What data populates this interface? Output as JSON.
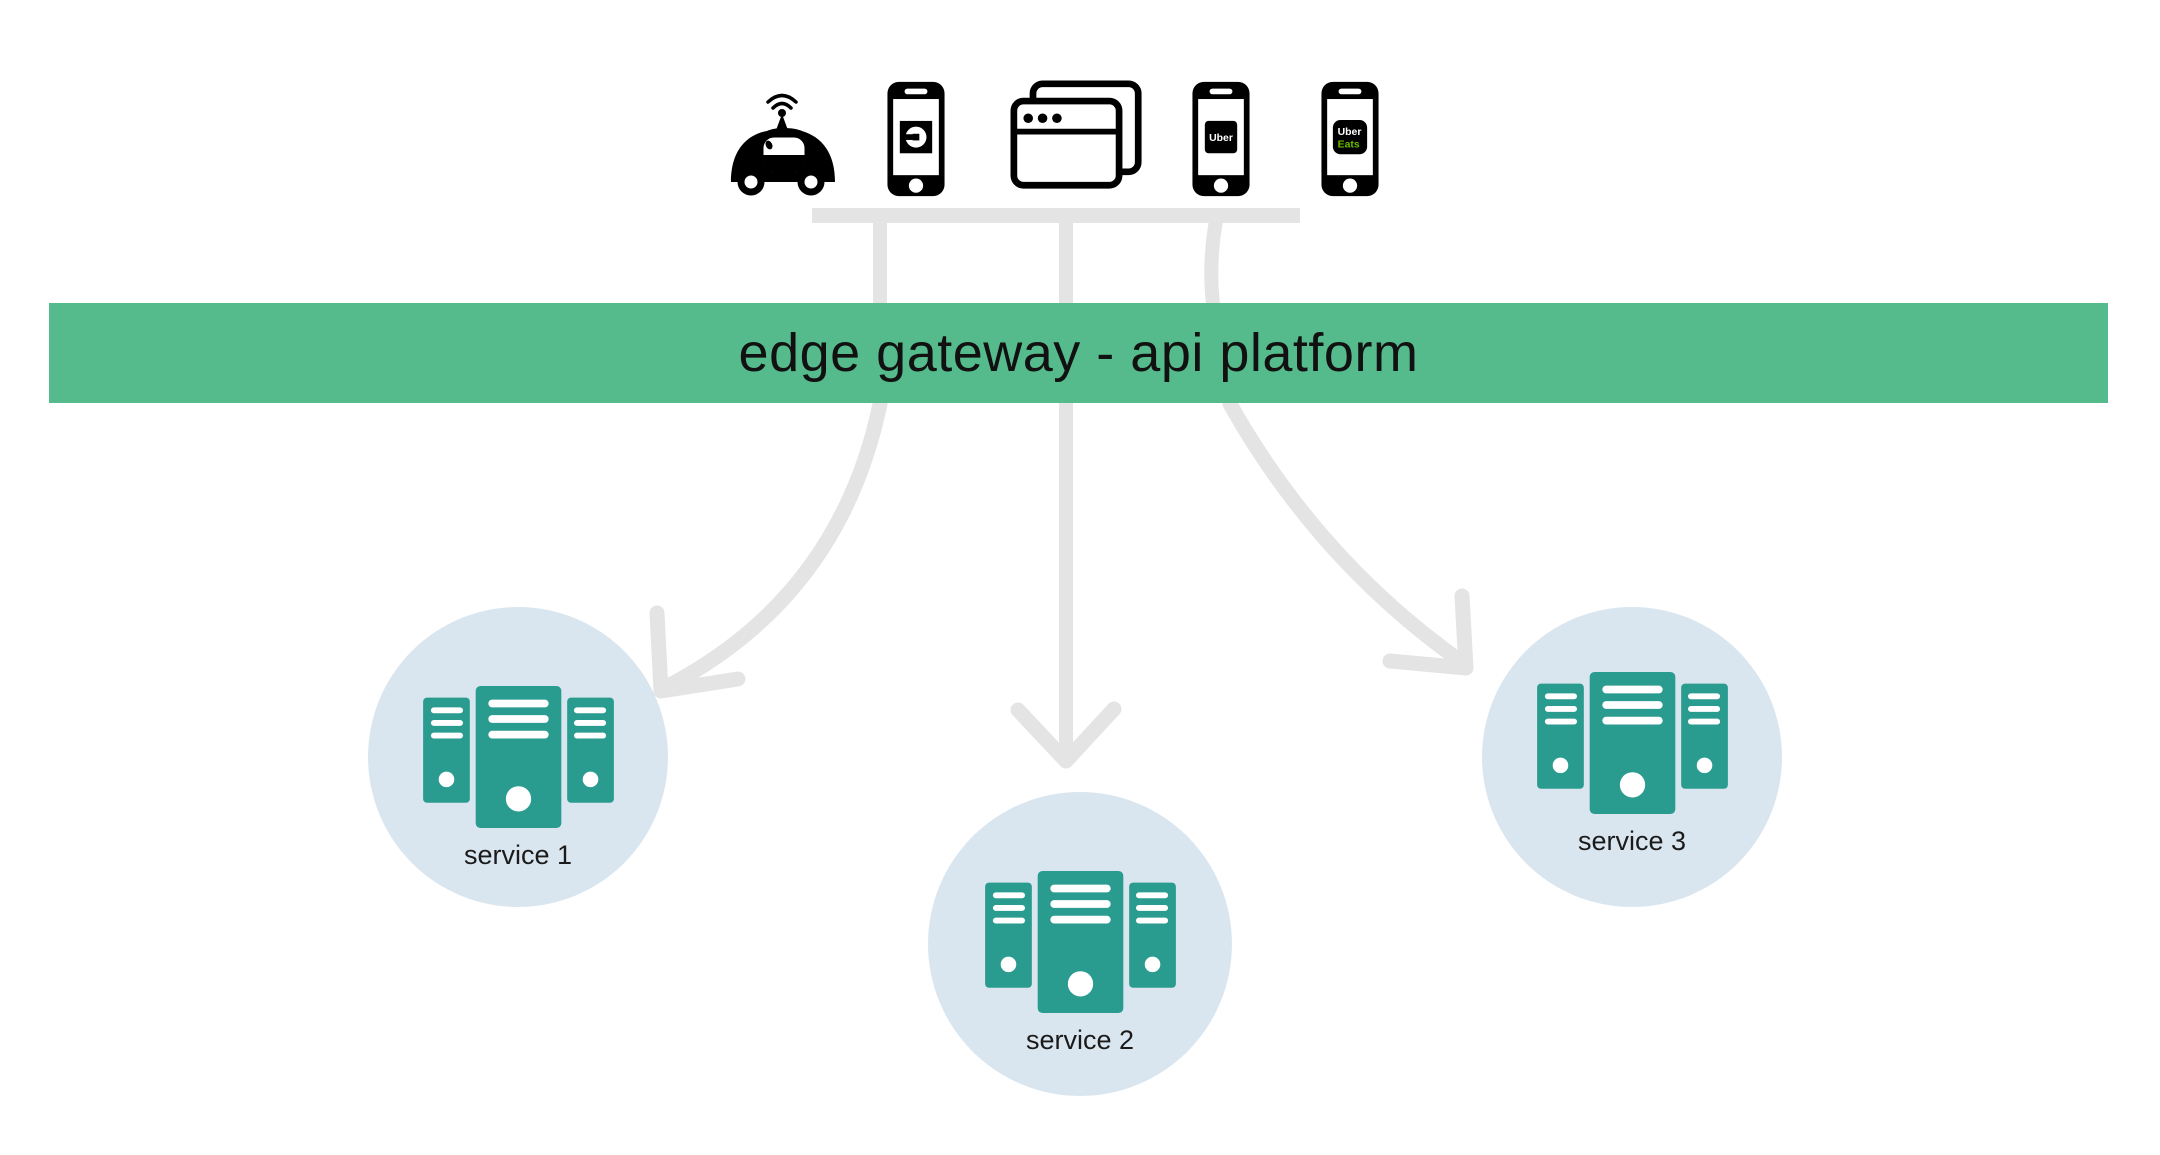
{
  "banner": {
    "label": "edge gateway - api platform"
  },
  "services": [
    {
      "label": "service 1"
    },
    {
      "label": "service 2"
    },
    {
      "label": "service 3"
    }
  ],
  "clients": [
    {
      "icon": "self-driving-car-icon"
    },
    {
      "icon": "uber-app-phone-icon"
    },
    {
      "icon": "browser-windows-icon"
    },
    {
      "icon": "uber-phone-icon"
    },
    {
      "icon": "uber-eats-phone-icon"
    }
  ],
  "phone_apps": {
    "uber_label": "Uber",
    "uber_eats_line1": "Uber",
    "uber_eats_line2": "Eats"
  },
  "colors": {
    "banner_green": "#56BB8C",
    "connector_gray": "#E4E4E4",
    "service_circle": "#DAE6EF",
    "server_teal": "#2A9B8F",
    "eats_green": "#66BB00",
    "icon_black": "#000000",
    "text_dark": "#111111"
  }
}
